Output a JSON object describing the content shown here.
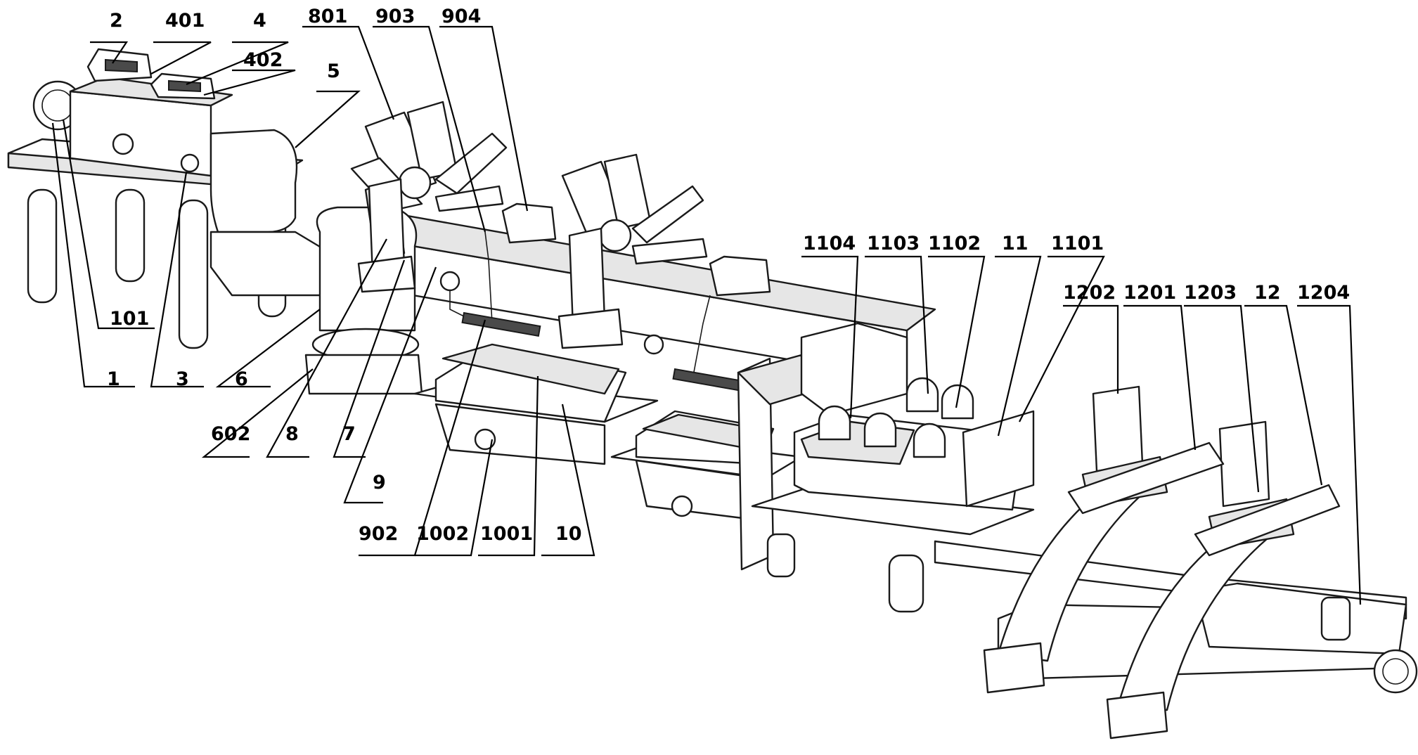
{
  "labels": {
    "l2": "2",
    "l401": "401",
    "l4": "4",
    "l801": "801",
    "l903": "903",
    "l904": "904",
    "l402": "402",
    "l5": "5",
    "l101": "101",
    "l1": "1",
    "l3": "3",
    "l6": "6",
    "l602": "602",
    "l8": "8",
    "l7": "7",
    "l9": "9",
    "l902": "902",
    "l1002": "1002",
    "l1001": "1001",
    "l10": "10",
    "l1104": "1104",
    "l1103": "1103",
    "l1102": "1102",
    "l11": "11",
    "l1101": "1101",
    "l1202": "1202",
    "l1201": "1201",
    "l1203": "1203",
    "l12": "12",
    "l1204": "1204"
  }
}
